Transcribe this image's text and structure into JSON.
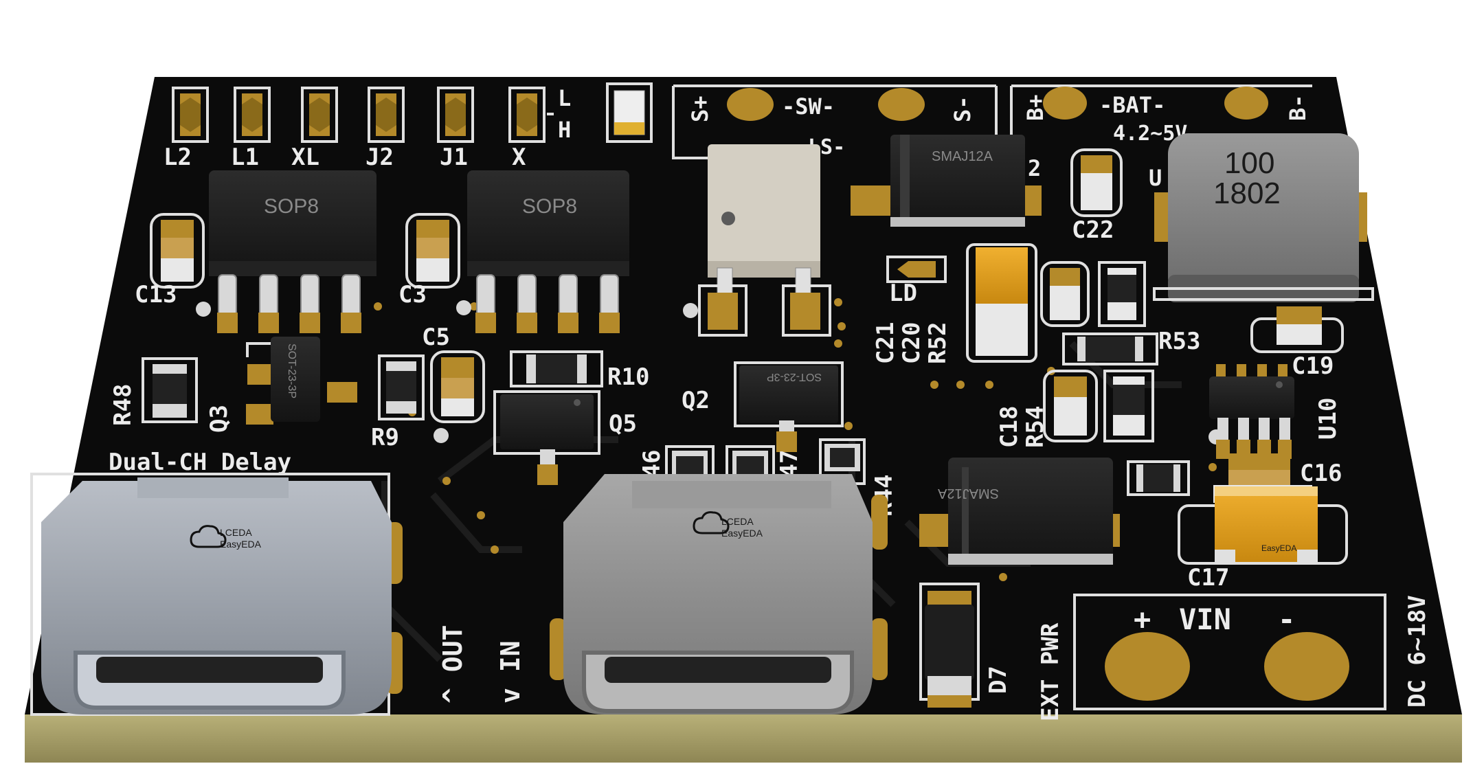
{
  "board": {
    "colors": {
      "soldermask": "#0b0b0b",
      "board_edge": "#a69e66",
      "copper": "#b48a2a",
      "silkscreen": "#ececec",
      "tantalum": "#e0a020",
      "usb_metal": "#9aa0a8"
    },
    "jumpers": [
      "L2",
      "L1",
      "XL",
      "J2",
      "J1",
      "X"
    ],
    "jumper_side": {
      "top": "L",
      "bottom": "H"
    },
    "switch_block": {
      "left": "S+",
      "middle": "-SW-",
      "right": "S-",
      "sub": "LS-"
    },
    "battery_block": {
      "left": "B+",
      "middle": "-BAT-",
      "right": "B-",
      "range": "4.2~5V"
    },
    "chips": {
      "sop8_a": "SOP8",
      "sop8_b": "SOP8",
      "sot_q3": "SOT-23-3P",
      "sot_q2": "SOT-23-3P"
    },
    "diodes": {
      "top": "SMAJ12A",
      "bottom": "SMAJ12A"
    },
    "inductor_marking": {
      "line1": "100",
      "line2": "1802"
    },
    "designators": {
      "c13": "C13",
      "c3": "C3",
      "c5": "C5",
      "r48": "R48",
      "q3": "Q3",
      "r9": "R9",
      "r10": "R10",
      "q5": "Q5",
      "q2": "Q2",
      "c22": "C22",
      "ld": "LD",
      "c21": "C21",
      "c20": "C20",
      "r52": "R52",
      "r53": "R53",
      "c19": "C19",
      "c18": "C18",
      "r54": "R54",
      "u10": "U10",
      "c16": "C16",
      "c17": "C17",
      "r46": "R46",
      "r47": "R47",
      "r44": "R44",
      "d7": "D7",
      "top2": "2",
      "u_partial": "U"
    },
    "labels": {
      "dual_ch_delay": "Dual-CH Delay",
      "out": "^ OUT",
      "in": "v IN",
      "ext_pwr": "EXT PWR",
      "dc_range": "DC 6~18V",
      "vin_plus": "+",
      "vin": "VIN",
      "vin_minus": "-"
    },
    "usb_logo": {
      "line1": "LCEDA",
      "line2": "EasyEDA"
    },
    "tantalum_logo": "EasyEDA"
  }
}
